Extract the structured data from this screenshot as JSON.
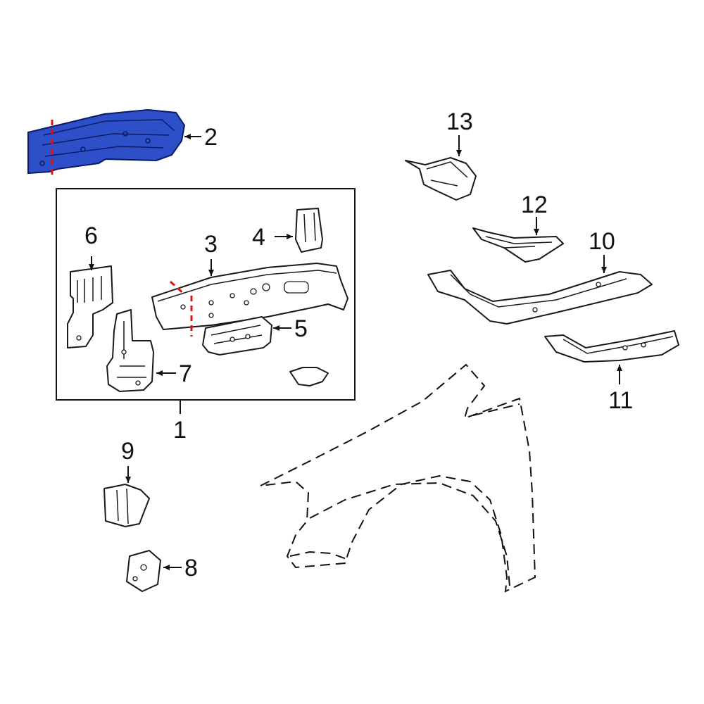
{
  "colors": {
    "highlight": "#2d4fc8",
    "outline": "#1a1a1a",
    "cut_line": "#e01010",
    "background": "#ffffff"
  },
  "callouts": {
    "c1": "1",
    "c2": "2",
    "c3": "3",
    "c4": "4",
    "c5": "5",
    "c6": "6",
    "c7": "7",
    "c8": "8",
    "c9": "9",
    "c10": "10",
    "c11": "11",
    "c12": "12",
    "c13": "13"
  }
}
